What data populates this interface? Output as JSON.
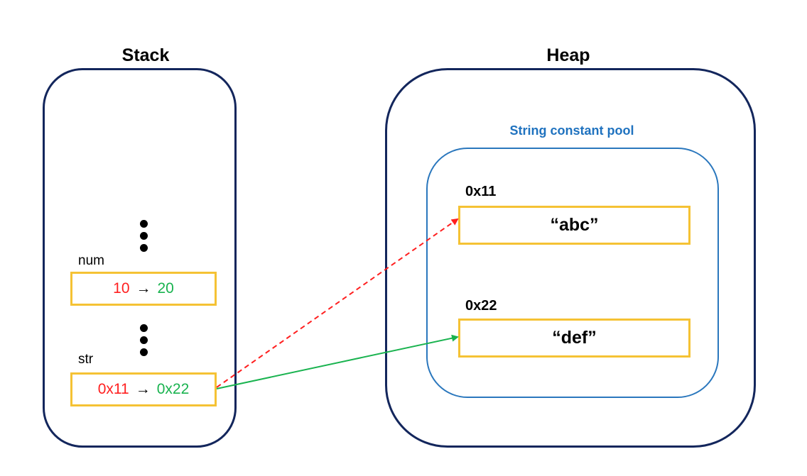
{
  "stack": {
    "title": "Stack",
    "variables": [
      {
        "name": "num",
        "old_value": "10",
        "arrow": "→",
        "new_value": "20"
      },
      {
        "name": "str",
        "old_value": "0x11",
        "arrow": "→",
        "new_value": "0x22"
      }
    ]
  },
  "heap": {
    "title": "Heap",
    "pool": {
      "title": "String constant pool",
      "entries": [
        {
          "address": "0x11",
          "value": "“abc”"
        },
        {
          "address": "0x22",
          "value": "“def”"
        }
      ]
    }
  },
  "colors": {
    "old_reference": "#ff1f1f",
    "new_reference": "#19b34f",
    "cell_border": "#f5c234",
    "container_border": "#13265c",
    "pool_border": "#2a77bd"
  }
}
